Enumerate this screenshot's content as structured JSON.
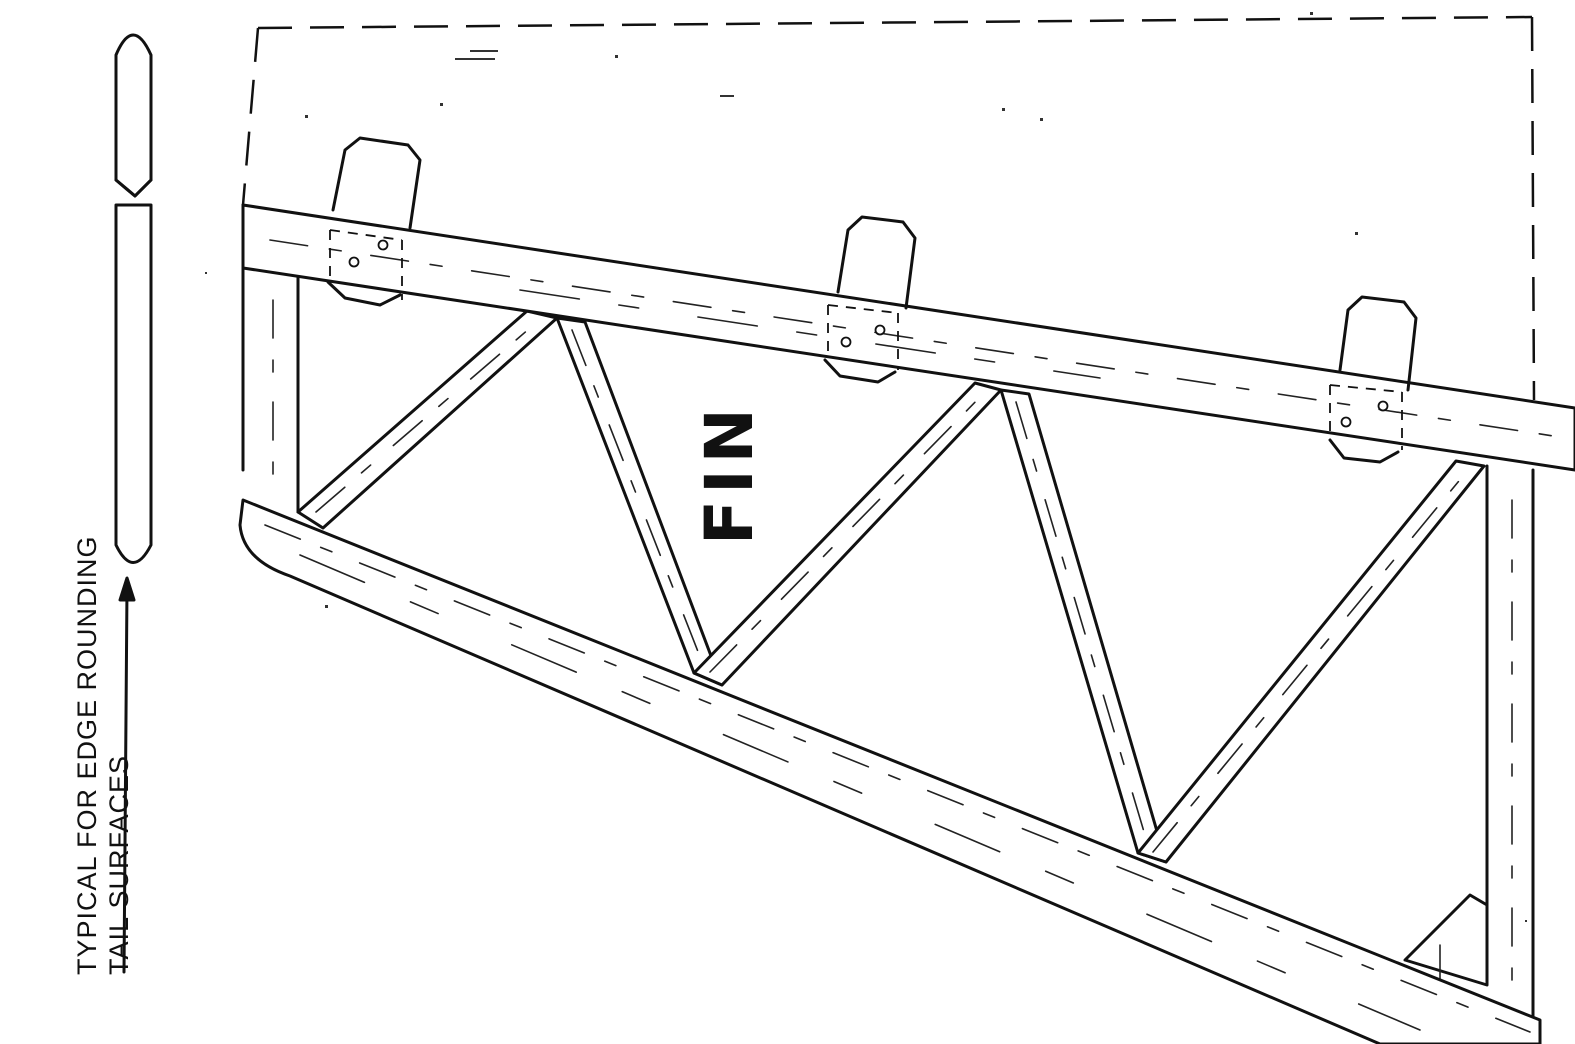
{
  "labels": {
    "part_name": "FIN",
    "note_line_1": "TYPICAL FOR EDGE ROUNDING",
    "note_line_2": "TAIL SURFACES"
  },
  "colors": {
    "ink": "#111111",
    "paper": "#ffffff"
  }
}
